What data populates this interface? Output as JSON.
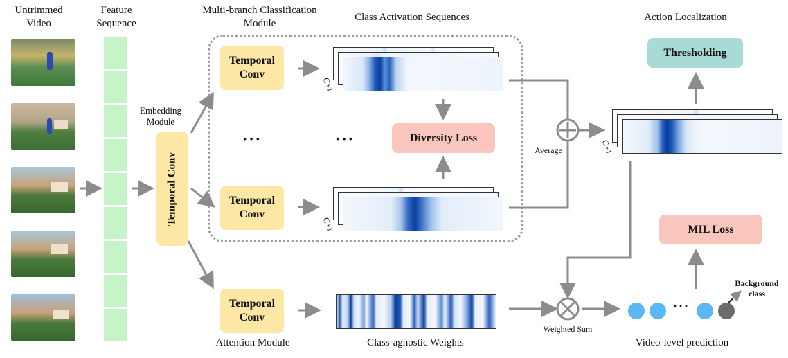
{
  "labels": {
    "untrimmed_video": "Untrimmed Video",
    "feature_sequence": "Feature Sequence",
    "multi_branch": "Multi-branch Classification Module",
    "class_activation": "Class Activation Sequences",
    "action_localization": "Action Localization",
    "embedding_module": "Embedding Module",
    "attention_module": "Attention Module",
    "class_agnostic": "Class-agnostic Weights",
    "video_level": "Video-level prediction",
    "average": "Average",
    "weighted_sum": "Weighted Sum",
    "background_class": "Background class",
    "c_plus_1": "C+1",
    "ellipsis": "···"
  },
  "boxes": {
    "temporal_conv": "Temporal Conv",
    "diversity_loss": "Diversity Loss",
    "mil_loss": "MIL Loss",
    "thresholding": "Thresholding"
  },
  "colors": {
    "temporal_conv": "#fde7a4",
    "loss": "#f9c6bd",
    "thresholding": "#a9dbd6",
    "feature_cell": "#c6f3c8",
    "activation": "#0b3f9e",
    "prediction_dot": "#5bb8f5",
    "background_dot": "#6b6b6b",
    "arrow": "#8c8c8c"
  },
  "icons": {
    "sum": "circle-plus-icon",
    "product": "circle-times-icon"
  }
}
